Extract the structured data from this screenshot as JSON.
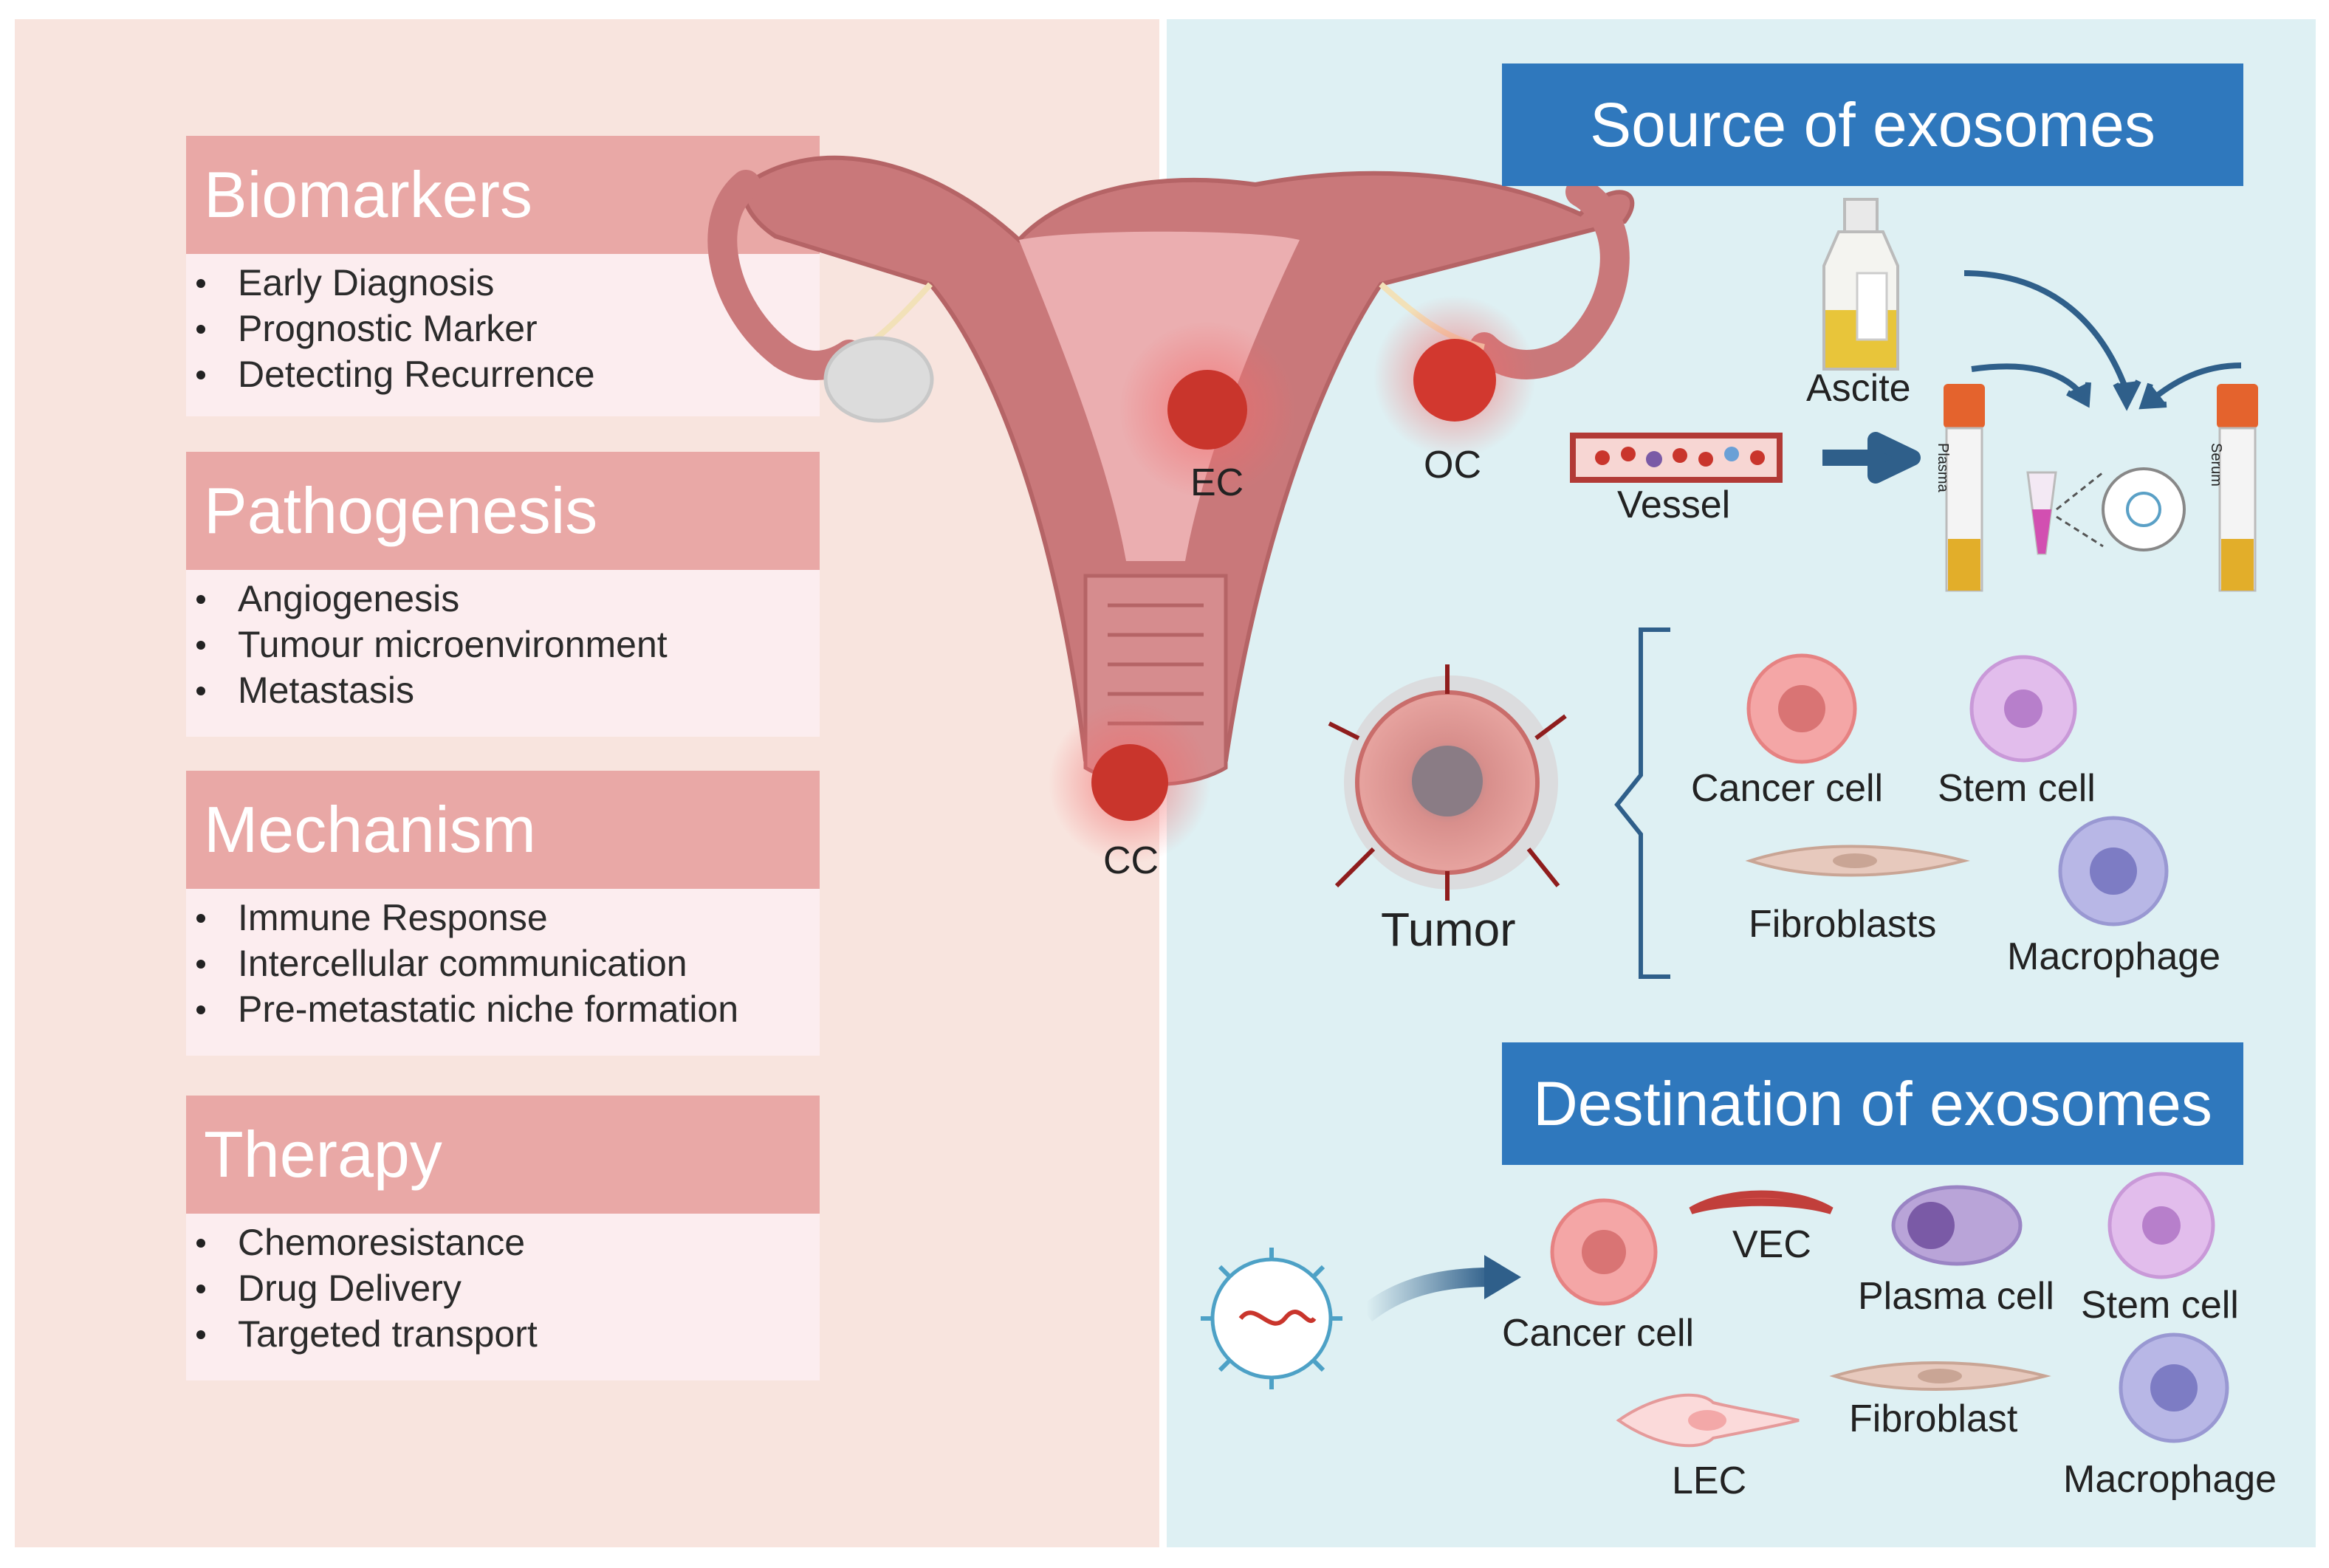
{
  "left_sections": [
    {
      "title": "Biomarkers",
      "items": [
        "Early Diagnosis",
        "Prognostic Marker",
        "Detecting Recurrence"
      ]
    },
    {
      "title": "Pathogenesis",
      "items": [
        "Angiogenesis",
        "Tumour microenvironment",
        "Metastasis"
      ]
    },
    {
      "title": "Mechanism",
      "items": [
        "Immune Response",
        "Intercellular communication",
        "Pre-metastatic niche formation"
      ]
    },
    {
      "title": "Therapy",
      "items": [
        "Chemoresistance",
        "Drug Delivery",
        "Targeted transport"
      ]
    }
  ],
  "uterus_labels": {
    "ec": "EC",
    "oc": "OC",
    "cc": "CC"
  },
  "source": {
    "title": "Source of exosomes",
    "ascite": "Ascite",
    "vessel": "Vessel",
    "tube_plasma": "Plasma",
    "tube_serum": "Serum",
    "tumor": "Tumor",
    "cells": {
      "cancer_cell": "Cancer cell",
      "stem_cell": "Stem cell",
      "fibroblasts": "Fibroblasts",
      "macrophage": "Macrophage"
    }
  },
  "destination": {
    "title": "Destination of exosomes",
    "cells": {
      "cancer_cell": "Cancer cell",
      "vec": "VEC",
      "plasma_cell": "Plasma cell",
      "stem_cell": "Stem cell",
      "fibroblast": "Fibroblast",
      "lec": "LEC",
      "macrophage": "Macrophage"
    }
  },
  "colors": {
    "left_bg": "#f8e4de",
    "right_bg": "#def0f3",
    "box_header": "#e9a8a6",
    "box_body": "#fcedef",
    "title_blue": "#2f78bd"
  }
}
